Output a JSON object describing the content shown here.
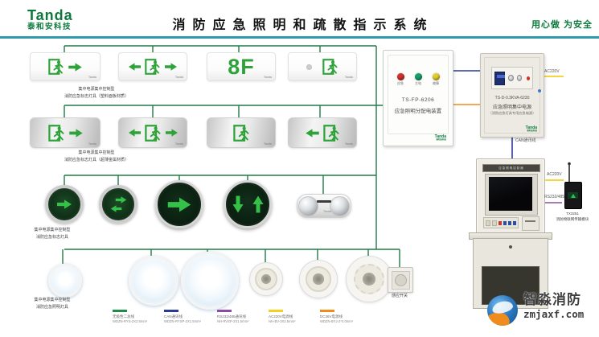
{
  "header": {
    "brand": "Tanda",
    "brand_sub": "泰和安科技",
    "title": "消防应急照明和疏散指示系统",
    "slogan": "用心做 为安全"
  },
  "brand": {
    "mini": "Tanda",
    "mini_sub": "泰和安科技"
  },
  "rows": {
    "row1_caption_l1": "集中电源集中控制型",
    "row1_caption_l2": "消防应急标志灯具（塑料面板材质）",
    "row2_caption_l1": "集中电源集中控制型",
    "row2_caption_l2": "消防应急标志灯具（超薄金属材质）",
    "row3_caption_l1": "集中电源集中控制型",
    "row3_caption_l2": "消防应急标志灯具",
    "row4_caption_l1": "集中电源集中控制型",
    "row4_caption_l2": "消防应急照明灯具",
    "sign_8f": "8F",
    "sensor_switch_label": "感应开关"
  },
  "devices": {
    "dist_box": {
      "model": "TS-FP-6206",
      "name": "应急照明分配电装置",
      "lamps": {
        "0": "应急",
        "1": "主电",
        "2": "故障"
      }
    },
    "power_box": {
      "model": "TS-D-0.3KVA-6230",
      "name": "应急照明集中电源",
      "sub": "（消防应急灯具专用应急电源）"
    },
    "controller": {
      "label": "应急照明控制器"
    },
    "tx_module": {
      "model": "TX3251",
      "name": "消防物联网传输模块"
    }
  },
  "wire_labels": {
    "ac220v_top": "AC220V",
    "can": "CAN通讯线",
    "ac220v_console": "AC220V",
    "rs232": "RS232/485"
  },
  "legend": [
    {
      "name": "无极性二总线",
      "spec": "WDZN-RYS-2X2.5mm²",
      "color": "#1e8a4c"
    },
    {
      "name": "CAN通讯线",
      "spec": "WDZN-RYSP-2X1.5mm²",
      "color": "#2b3a96"
    },
    {
      "name": "RS232/485通讯线",
      "spec": "NH-RVSP-2X1.5mm²",
      "color": "#8a4fa0"
    },
    {
      "name": "AC220V电源线",
      "spec": "NH-BV-3X2.5mm²",
      "color": "#f2d024"
    },
    {
      "name": "DC36V电源线",
      "spec": "WDZN-BYJ-2*4.0mm²",
      "color": "#f08c1e"
    }
  ],
  "watermark": {
    "name": "智淼消防",
    "domain": "zmjaxf.com"
  },
  "colors": {
    "wire_green": "#217a46",
    "wire_blue": "#2b3a96",
    "wire_purple": "#8a4fa0",
    "wire_yellow": "#f2d024",
    "wire_orange": "#f08c1e",
    "sign_green": "#2ea339",
    "header_rule": "#2f9aab",
    "brand_green": "#0c7a3c"
  }
}
